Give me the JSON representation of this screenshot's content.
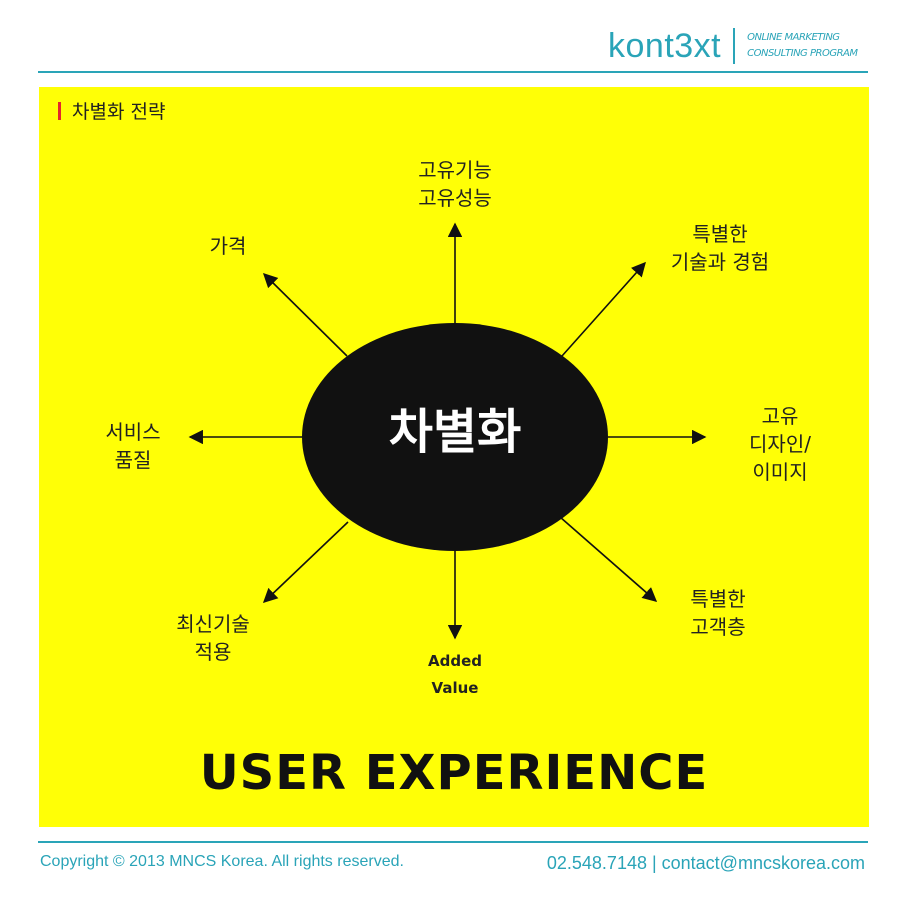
{
  "brand": {
    "name": "kont3xt",
    "tagline_line1": "ONLINE MARKETING",
    "tagline_line2": "CONSULTING PROGRAM",
    "color": "#2aa4b8"
  },
  "section": {
    "title": "차별화 전략",
    "accent_color": "#e4252c"
  },
  "diagram": {
    "center": "차별화",
    "background_color": "#ffff06",
    "center_color": "#111111",
    "spokes": [
      {
        "direction": "north",
        "label": "고유기능\n고유성능"
      },
      {
        "direction": "north-east",
        "label": "특별한\n기술과 경험"
      },
      {
        "direction": "east",
        "label": "고유\n디자인/\n이미지"
      },
      {
        "direction": "south-east",
        "label": "특별한\n고객층"
      },
      {
        "direction": "south",
        "label": "Added\nValue"
      },
      {
        "direction": "south-west",
        "label": "최신기술\n적용"
      },
      {
        "direction": "west",
        "label": "서비스\n품질"
      },
      {
        "direction": "north-west",
        "label": "가격"
      }
    ]
  },
  "headline": "USER EXPERIENCE",
  "footer": {
    "copyright": "Copyright © 2013 MNCS Korea. All rights reserved.",
    "contact": "02.548.7148 | contact@mncskorea.com"
  }
}
